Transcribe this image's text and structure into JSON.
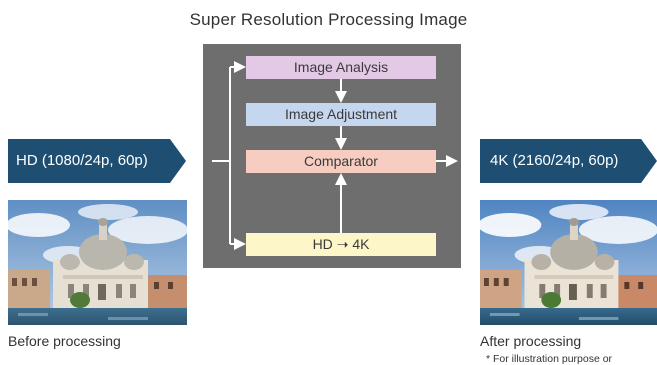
{
  "title": "Super Resolution Processing Image",
  "stages": {
    "analysis": "Image Analysis",
    "adjustment": "Image Adjustment",
    "comparator": "Comparator",
    "upscale_from": "HD",
    "upscale_to": "4K"
  },
  "input_label": "HD (1080/24p, 60p)",
  "output_label": "4K (2160/24p, 60p)",
  "captions": {
    "before": "Before processing",
    "after": "After processing"
  },
  "note": "* For illustration purpose or",
  "colors": {
    "panel": "#6e6e6e",
    "analysis": "#e4c9e6",
    "adjustment": "#c5d6ef",
    "comparator": "#f6cdc0",
    "upscale": "#fcf6c8",
    "label_box": "#1e4f73"
  },
  "icons": [
    "right-arrow-icon"
  ]
}
